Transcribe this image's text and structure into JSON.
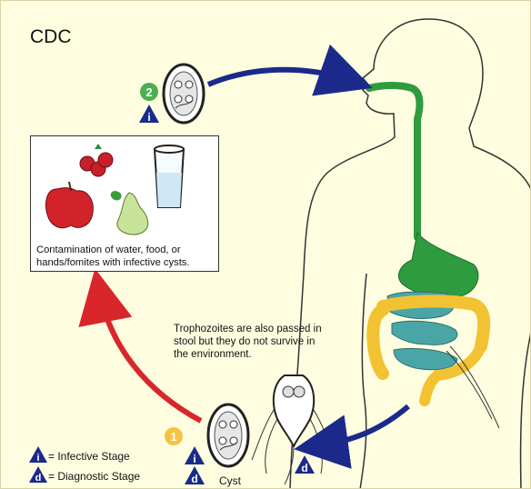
{
  "source_label": "CDC",
  "food_caption": "Contamination of water, food, or hands/fomites with infective cysts.",
  "trophozoite_note": "Trophozoites are also passed in stool but they do not survive in the environment.",
  "cyst_label": "Cyst",
  "steps": [
    {
      "number": "1",
      "color": "#f5c242"
    },
    {
      "number": "2",
      "color": "#4caf50"
    }
  ],
  "stage_markers": {
    "infective_letter": "i",
    "diagnostic_letter": "d",
    "marker_color": "#1a2a8c"
  },
  "legend": {
    "infective": "= Infective Stage",
    "diagnostic": "= Diagnostic Stage"
  },
  "colors": {
    "background": "#fffde0",
    "arrow_blue": "#1b2a8a",
    "arrow_red": "#d9262b",
    "upper_gut_green": "#2e9b3f",
    "small_intestine_teal": "#4aa6a6",
    "colon_yellow": "#f2c232"
  }
}
